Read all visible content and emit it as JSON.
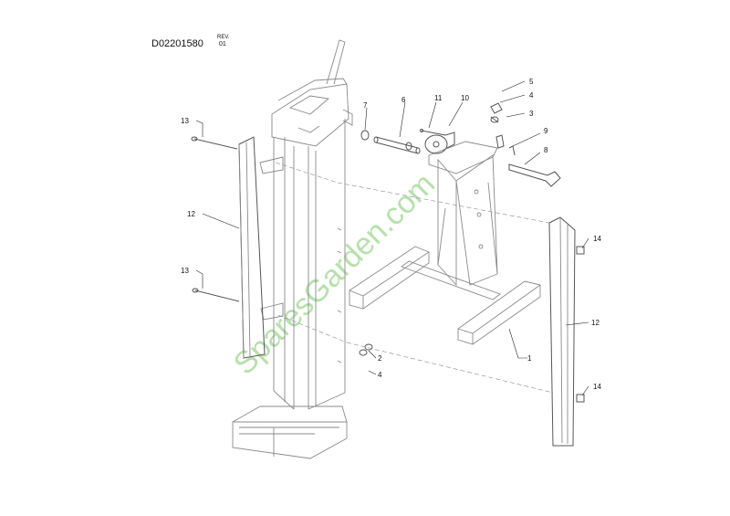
{
  "header": {
    "document_id": "D02201580",
    "rev_label": "REV.",
    "rev_number": "01"
  },
  "watermark": "SparesGarden.com",
  "callouts": [
    {
      "id": "c1",
      "label": "1"
    },
    {
      "id": "c2",
      "label": "2"
    },
    {
      "id": "c3",
      "label": "3"
    },
    {
      "id": "c4a",
      "label": "4"
    },
    {
      "id": "c4b",
      "label": "4"
    },
    {
      "id": "c5",
      "label": "5"
    },
    {
      "id": "c6",
      "label": "6"
    },
    {
      "id": "c7",
      "label": "7"
    },
    {
      "id": "c8",
      "label": "8"
    },
    {
      "id": "c9",
      "label": "9"
    },
    {
      "id": "c10",
      "label": "10"
    },
    {
      "id": "c11",
      "label": "11"
    },
    {
      "id": "c12a",
      "label": "12"
    },
    {
      "id": "c12b",
      "label": "12"
    },
    {
      "id": "c13a",
      "label": "13"
    },
    {
      "id": "c13b",
      "label": "13"
    },
    {
      "id": "c14a",
      "label": "14"
    },
    {
      "id": "c14b",
      "label": "14"
    }
  ],
  "colors": {
    "line": "#8a8a8a",
    "watermark": "#9fd68f"
  }
}
